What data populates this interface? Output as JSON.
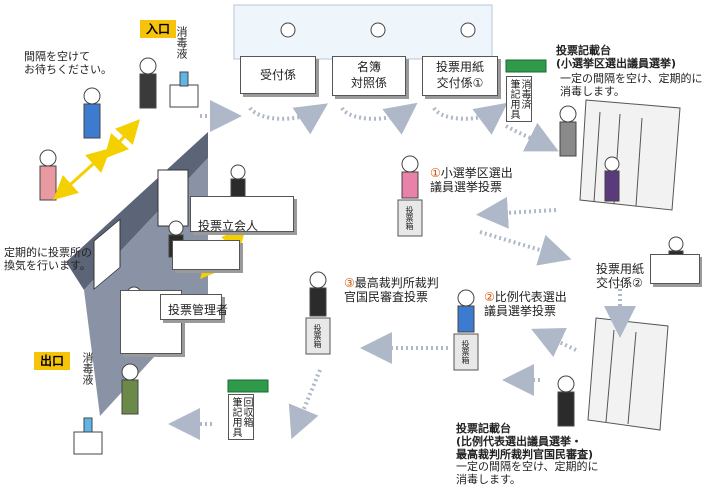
{
  "entrance": {
    "label": "入口",
    "disinfectant": "消毒液",
    "queue_note": "間隔を空けて\nお待ちください。"
  },
  "exit": {
    "label": "出口",
    "disinfectant": "消毒液"
  },
  "ventilation_note": "定期的に投票所の\n換気を行います。",
  "desks": {
    "reception": "受付係",
    "register_check": "名簿\n対照係",
    "ballot1": "投票用紙\n交付係①",
    "ballot2": "投票用紙\n交付係②",
    "observer": "投票立会人",
    "manager": "投票管理者"
  },
  "disinfected_tools": "消毒済\n筆記用具",
  "collection_box": "回収箱\n筆記用具",
  "booth1": {
    "title": "投票記載台\n(小選挙区選出議員選挙)",
    "note": "一定の間隔を空け、定期的に\n消毒します。"
  },
  "booth2": {
    "title": "投票記載台\n(比例代表選出議員選挙・\n最高裁判所裁判官国民審査)",
    "note": "一定の間隔を空け、定期的に\n消毒します。"
  },
  "votes": {
    "v1": {
      "num": "①",
      "text": "小選挙区選出\n議員選挙投票"
    },
    "v2": {
      "num": "②",
      "text": "比例代表選出\n議員選挙投票"
    },
    "v3": {
      "num": "③",
      "text": "最高裁判所裁判\n官国民審査投票"
    }
  },
  "ballot_box_label": "投票箱",
  "colors": {
    "entrance_tag": "#f7c20a",
    "arrow": "#aeb8c8",
    "spacing_arrow": "#f4d000",
    "tray": "#2e9a4a",
    "wall": "#5c6478"
  }
}
